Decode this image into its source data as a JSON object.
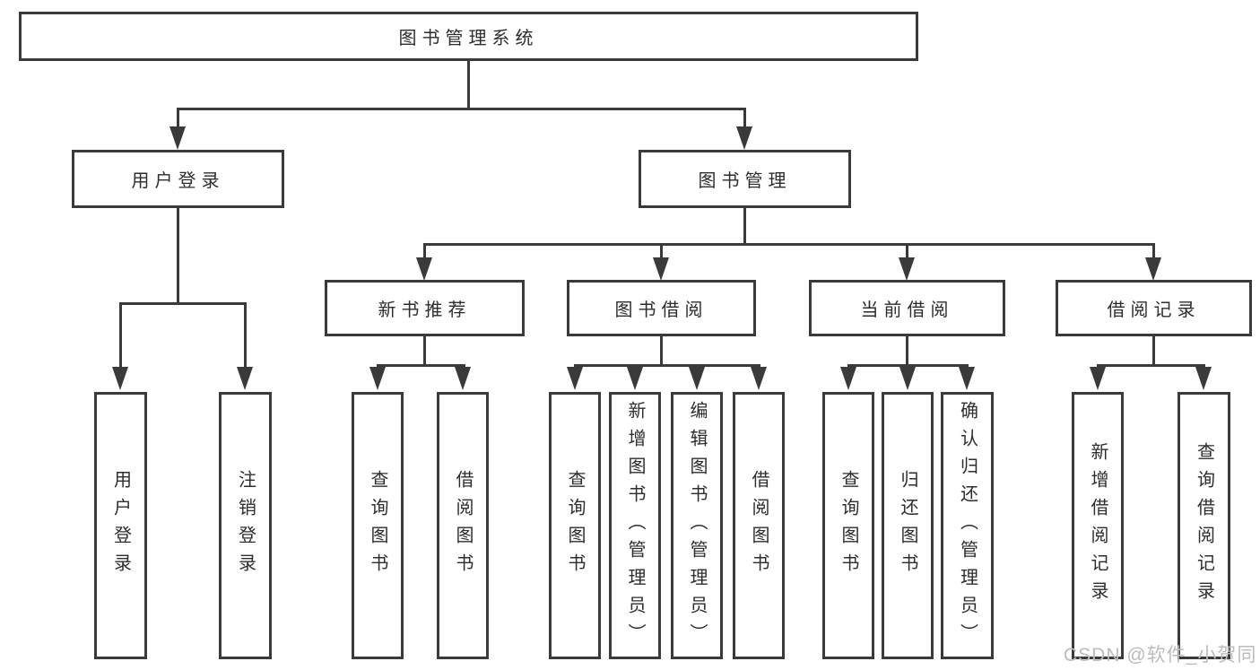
{
  "tree": {
    "root": "图书管理系统",
    "branches": [
      {
        "label": "用户登录",
        "children": [
          {
            "label": "用户登录"
          },
          {
            "label": "注销登录"
          }
        ]
      },
      {
        "label": "图书管理",
        "children": [
          {
            "label": "新书推荐",
            "children": [
              {
                "label": "查询图书"
              },
              {
                "label": "借阅图书"
              }
            ]
          },
          {
            "label": "图书借阅",
            "children": [
              {
                "label": "查询图书"
              },
              {
                "label": "新增图书（管理员）"
              },
              {
                "label": "编辑图书（管理员）"
              },
              {
                "label": "借阅图书"
              }
            ]
          },
          {
            "label": "当前借阅",
            "children": [
              {
                "label": "查询图书"
              },
              {
                "label": "归还图书"
              },
              {
                "label": "确认归还（管理员）"
              }
            ]
          },
          {
            "label": "借阅记录",
            "children": [
              {
                "label": "新增借阅记录"
              },
              {
                "label": "查询借阅记录"
              }
            ]
          }
        ]
      }
    ]
  },
  "watermark": {
    "text": "CSDN @软件_小贺同学"
  },
  "colors": {
    "line": "#3a3a3a",
    "text": "#2d2d2d",
    "watermark": "#bcbcbc",
    "background": "#ffffff"
  }
}
